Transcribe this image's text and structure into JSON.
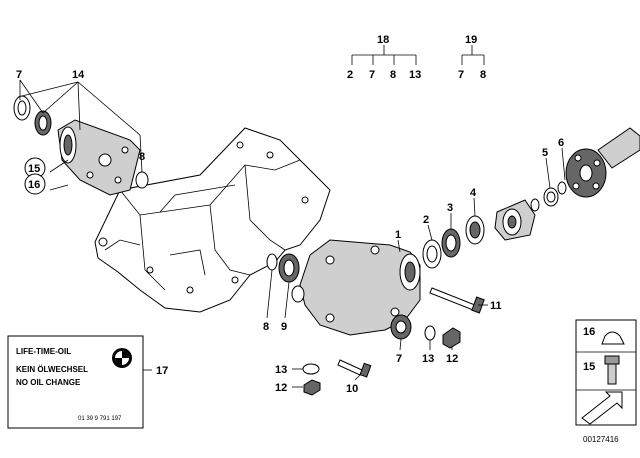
{
  "callouts": {
    "c1": "1",
    "c2": "2",
    "c3": "3",
    "c4": "4",
    "c5": "5",
    "c6": "6",
    "c7a": "7",
    "c7b": "7",
    "c8a": "8",
    "c8b": "8",
    "c9": "9",
    "c10": "10",
    "c11": "11",
    "c12a": "12",
    "c12b": "12",
    "c13a": "13",
    "c13b": "13",
    "c14": "14",
    "c15": "15",
    "c16": "16",
    "c17": "17"
  },
  "group18": {
    "head": "18",
    "items": [
      "2",
      "7",
      "8",
      "13"
    ]
  },
  "group19": {
    "head": "19",
    "items": [
      "7",
      "8"
    ]
  },
  "label_box": {
    "line1": "LIFE-TIME-OIL",
    "line2": "KEIN ÖLWECHSEL",
    "line3": "NO OIL CHANGE",
    "part_no": "01 39 9 791 197"
  },
  "side_panel": {
    "n16": "16",
    "n15": "15"
  },
  "diagram_id": "00127416"
}
